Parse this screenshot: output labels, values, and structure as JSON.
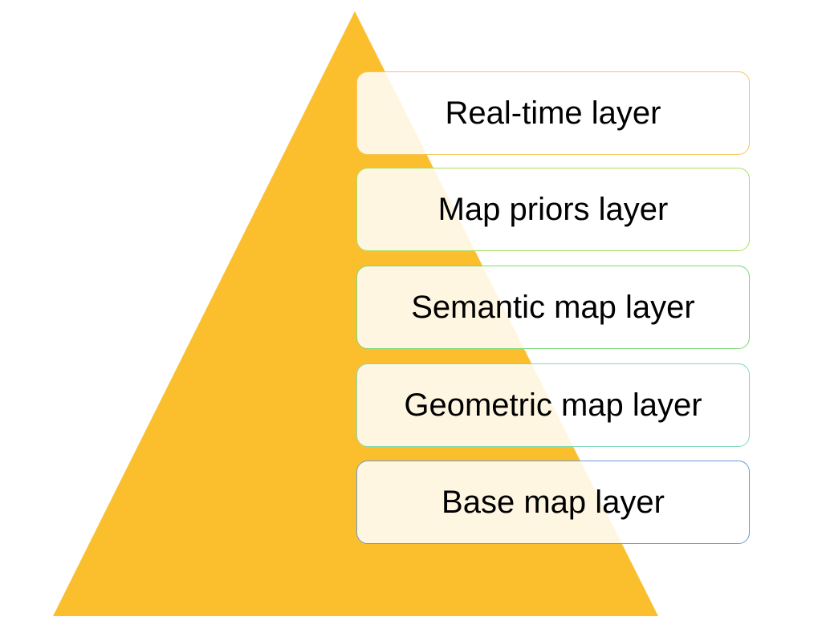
{
  "pyramid": {
    "fill_color": "#FBBF2E"
  },
  "layers": [
    {
      "label": "Real-time layer",
      "border_color": "#F7C65A"
    },
    {
      "label": "Map priors layer",
      "border_color": "#A9DF5E"
    },
    {
      "label": "Semantic map layer",
      "border_color": "#7ED67A"
    },
    {
      "label": "Geometric map layer",
      "border_color": "#82D9B7"
    },
    {
      "label": "Base map layer",
      "border_color": "#6C9BD2"
    }
  ]
}
